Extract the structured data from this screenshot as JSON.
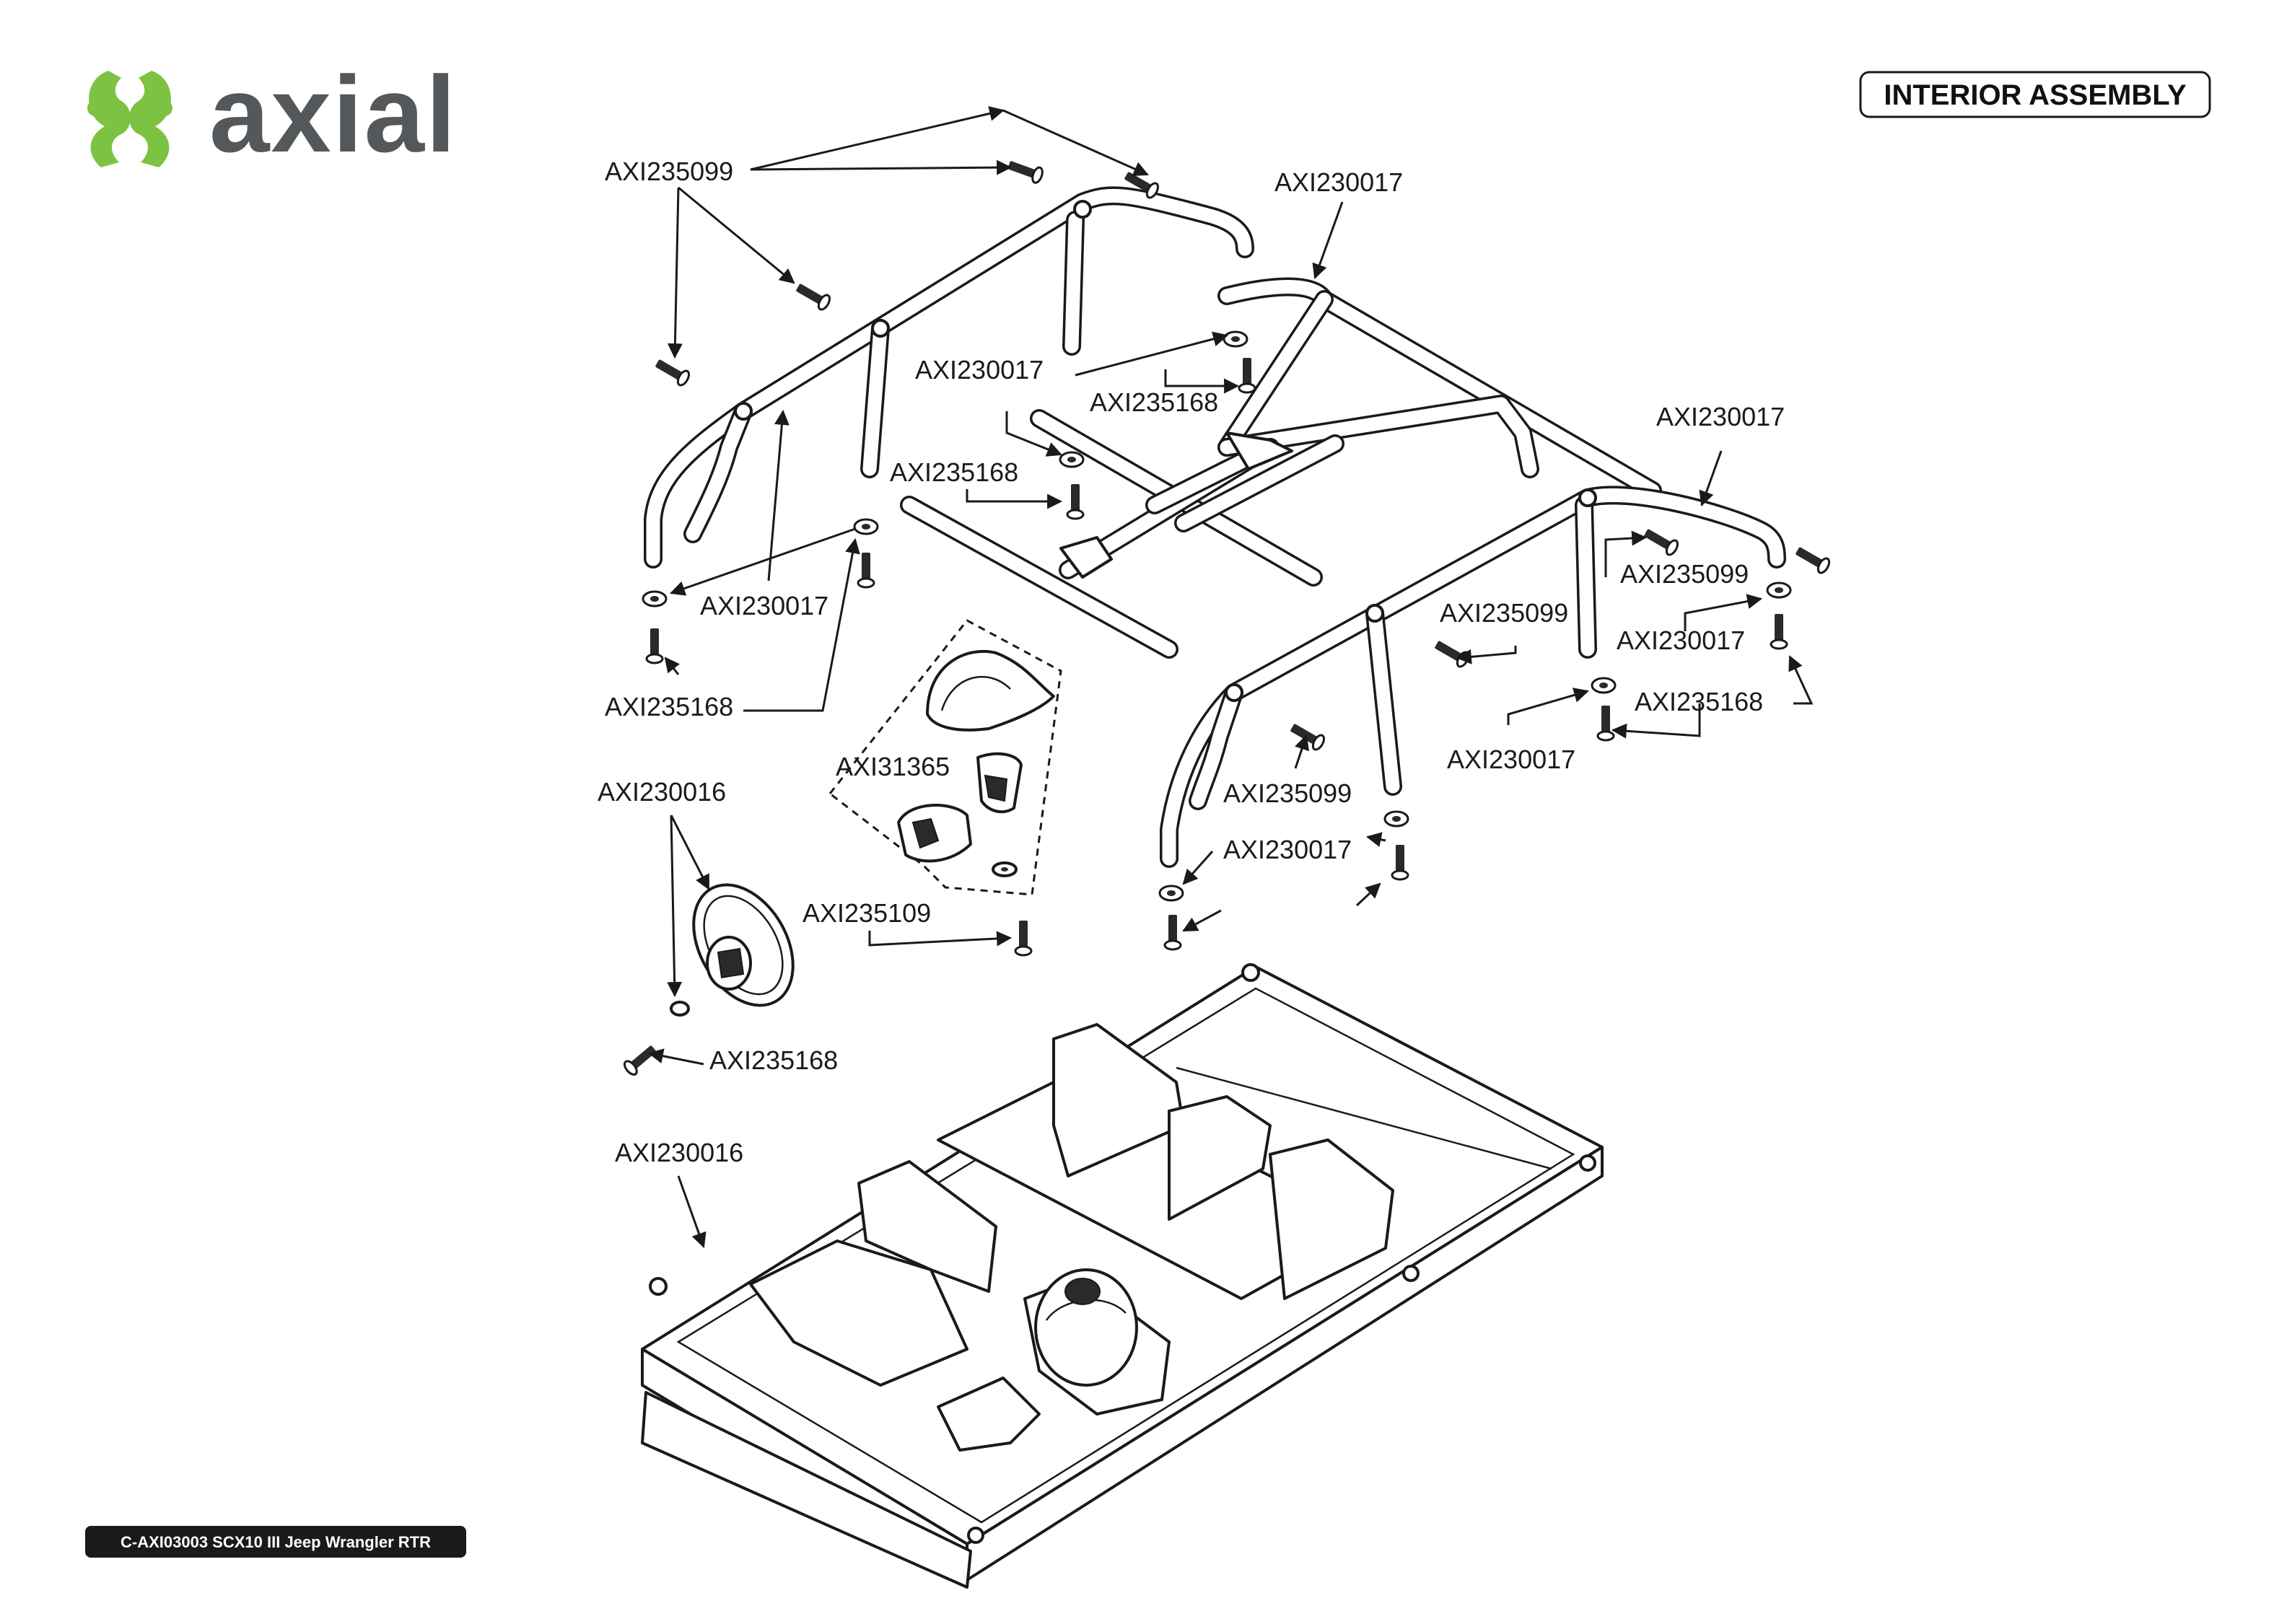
{
  "header": {
    "brand": "axial",
    "title": "INTERIOR ASSEMBLY"
  },
  "footer": {
    "model": "C-AXI03003 SCX10 III Jeep Wrangler RTR"
  },
  "colors": {
    "brand_green": "#7dc242",
    "brand_gray": "#54585a",
    "line": "#1a1a1a"
  },
  "callouts": {
    "screw_top_left": "AXI235099",
    "cage_top_center": "AXI230017",
    "cage_mid_left": "AXI230017",
    "screw_mid_left": "AXI235168",
    "screw_mid_center": "AXI235168",
    "cage_right": "AXI230017",
    "screw_right": "AXI235099",
    "washer_right": "AXI230017",
    "cage_left_bottom": "AXI230017",
    "screw_left_bottom": "AXI235168",
    "screw_center_right": "AXI235099",
    "washer_right_lower": "AXI230017",
    "screw_right_lower": "AXI235168",
    "driver": "AXI31365",
    "steering_wheel": "AXI230016",
    "screw_cage_lower": "AXI235099",
    "washer_cage_lower": "AXI230017",
    "screw_driver": "AXI235109",
    "screw_steering": "AXI235168",
    "interior_tub": "AXI230016"
  }
}
